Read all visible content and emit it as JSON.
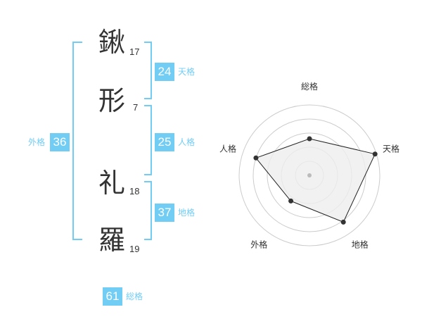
{
  "name_chars": [
    {
      "char": "鍬",
      "strokes": "17"
    },
    {
      "char": "形",
      "strokes": "7"
    },
    {
      "char": "礼",
      "strokes": "18"
    },
    {
      "char": "羅",
      "strokes": "19"
    }
  ],
  "fortunes": {
    "tenkaku": {
      "value": "24",
      "label": "天格"
    },
    "jinkaku": {
      "value": "25",
      "label": "人格"
    },
    "chikaku": {
      "value": "37",
      "label": "地格"
    },
    "gaikaku": {
      "value": "36",
      "label": "外格"
    },
    "soukaku": {
      "value": "61",
      "label": "総格"
    }
  },
  "radar": {
    "axes": [
      "総格",
      "天格",
      "地格",
      "外格",
      "人格"
    ],
    "values": [
      0.52,
      0.98,
      0.82,
      0.45,
      0.8
    ]
  },
  "colors": {
    "accent": "#72cdf4",
    "text": "#333333",
    "grid": "#cccccc",
    "fill": "#eeeeee"
  }
}
